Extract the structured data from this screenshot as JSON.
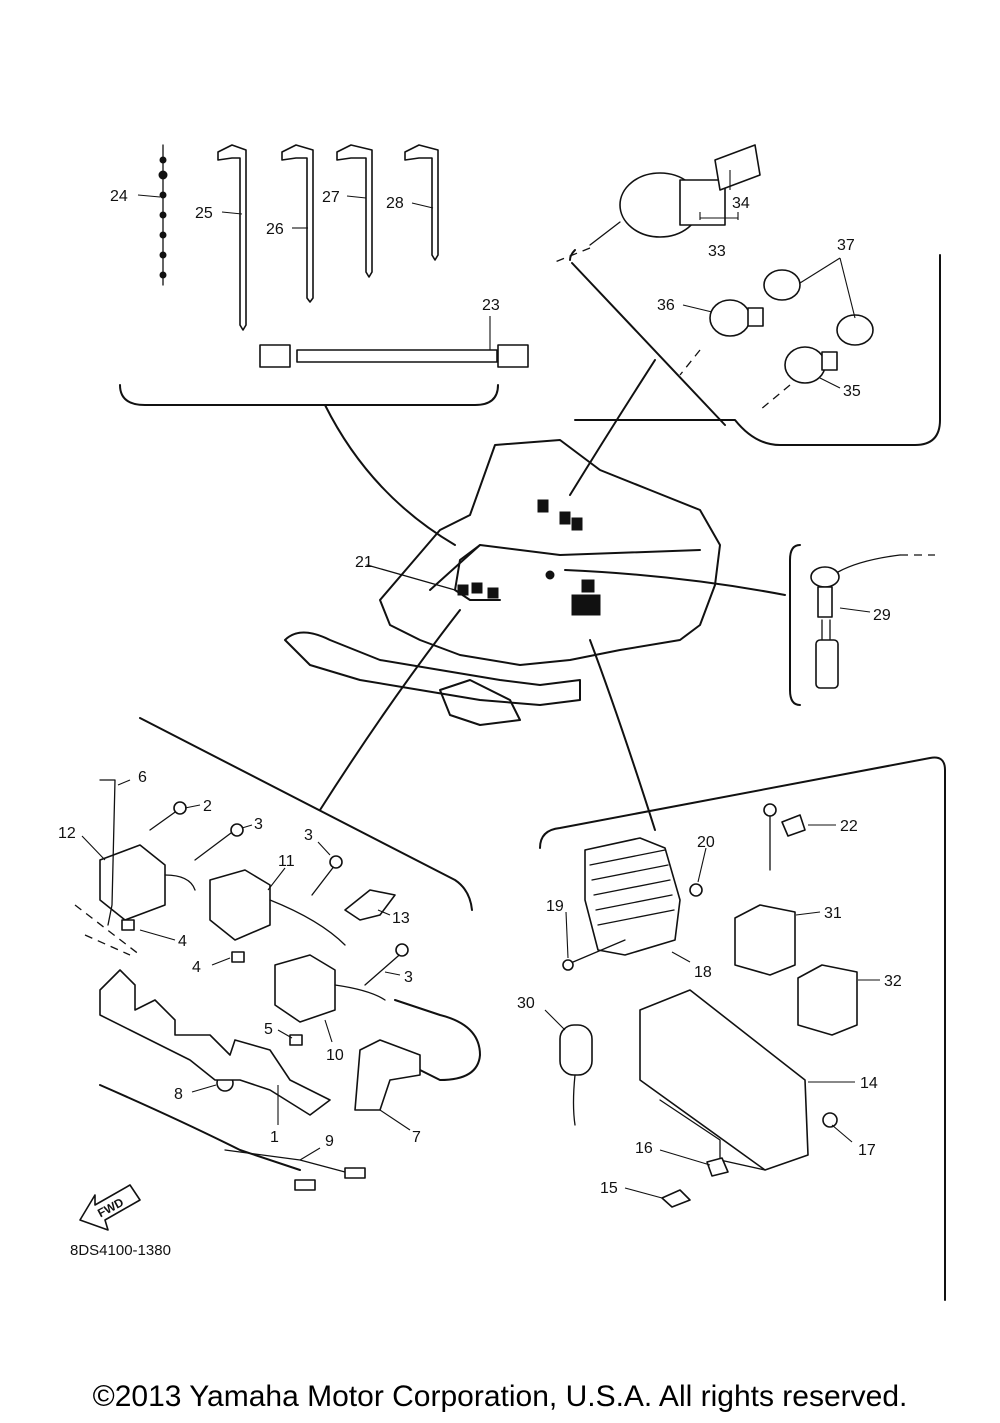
{
  "diagram": {
    "drawing_code": "8DS4100-1380",
    "copyright": "©2013 Yamaha Motor Corporation, U.S.A. All rights reserved.",
    "fwd_label": "FWD",
    "callouts": [
      "1",
      "2",
      "3",
      "3",
      "3",
      "4",
      "4",
      "5",
      "6",
      "7",
      "8",
      "9",
      "10",
      "11",
      "12",
      "13",
      "14",
      "15",
      "16",
      "17",
      "18",
      "19",
      "20",
      "21",
      "22",
      "23",
      "24",
      "25",
      "26",
      "27",
      "28",
      "29",
      "30",
      "31",
      "32",
      "33",
      "34",
      "35",
      "36",
      "37"
    ]
  }
}
